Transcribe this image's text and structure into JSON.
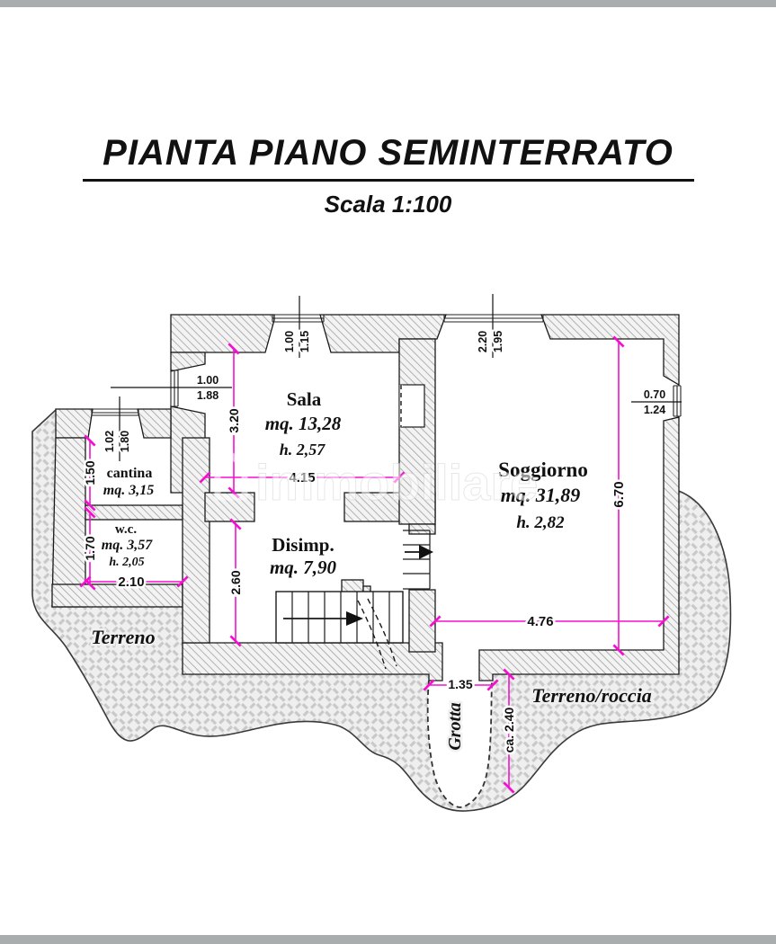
{
  "title": {
    "main": "PIANTA PIANO SEMINTERRATO",
    "scale": "Scala 1:100"
  },
  "watermark": {
    "text": "immobiliare",
    "icon": "house-icon"
  },
  "rooms": {
    "sala": {
      "name": "Sala",
      "area": "mq. 13,28",
      "height": "h. 2,57"
    },
    "soggiorno": {
      "name": "Soggiorno",
      "area": "mq. 31,89",
      "height": "h. 2,82"
    },
    "cantina": {
      "name": "cantina",
      "area": "mq. 3,15"
    },
    "wc": {
      "name": "w.c.",
      "area": "mq. 3,57",
      "height": "h. 2,05"
    },
    "disimpegno": {
      "name": "Disimp.",
      "area": "mq. 7,90"
    }
  },
  "dims": {
    "sala_width": "4.15",
    "sala_depth": "3.20",
    "soggiorno_width": "4.76",
    "soggiorno_depth": "6.70",
    "cantina_depth": "1.50",
    "wc_depth": "1.70",
    "wc_width": "2.10",
    "disimpegno_depth": "2.60",
    "grotta_width": "1.35",
    "grotta_depth": "ca. 2.40"
  },
  "windows": {
    "sala_left_w": "1.00",
    "sala_left_h": "1.88",
    "sala_top_w": "1.00",
    "sala_top_h": "1.15",
    "soggiorno_top_w": "2.20",
    "soggiorno_top_h": "1.95",
    "soggiorno_right_w": "0.70",
    "soggiorno_right_h": "1.24",
    "cantina_top_w": "1.02",
    "cantina_top_h": "1.80"
  },
  "site": {
    "terrain": "Terreno",
    "terrain_rock": "Terreno/roccia",
    "cave": "Grotta"
  },
  "colors": {
    "dimension": "#f50fd0",
    "hatch": "#a5a5a5",
    "terrain": "#c9c9c9",
    "outline": "#1a1a1a"
  }
}
